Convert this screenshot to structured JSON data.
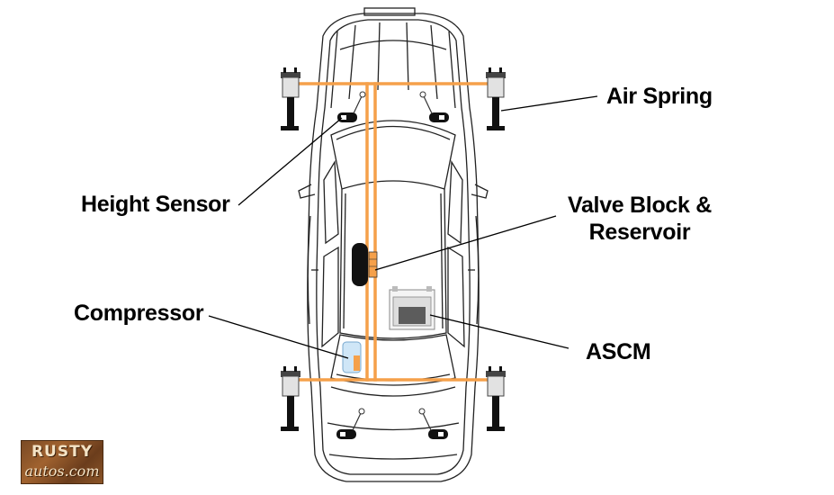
{
  "labels": {
    "air_spring": "Air Spring",
    "height_sensor": "Height Sensor",
    "valve_block_line1": "Valve Block &",
    "valve_block_line2": "Reservoir",
    "compressor": "Compressor",
    "ascm": "ASCM"
  },
  "logo": {
    "line1": "RUSTY",
    "line2": "autos.com"
  },
  "colors": {
    "air_line": "#f5a04a",
    "car_outline": "#222222",
    "air_spring": "#111111",
    "label_text": "#000000",
    "logo_bg": "#8a5427"
  }
}
